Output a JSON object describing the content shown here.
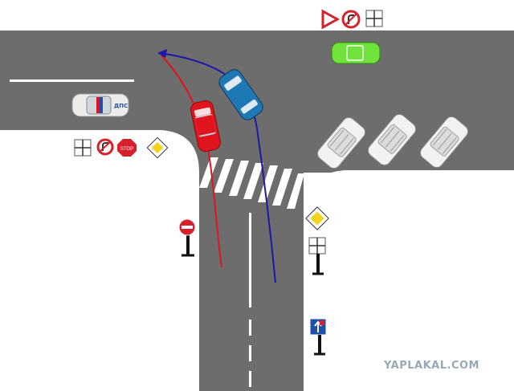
{
  "scene": {
    "police_car_label": "ДПС",
    "watermark": "YAPLAKAL.COM"
  },
  "colors": {
    "road": "#6d6d6d",
    "marking": "#ffffff",
    "red_car": "#e0141e",
    "blue_car": "#1e78b4",
    "green_car": "#6fe23c",
    "red_path": "#e0141e",
    "blue_path": "#1a1aa8",
    "sign_red": "#d8202a",
    "sign_yellow": "#f4d21c",
    "sign_blue": "#1f4fa8"
  },
  "signs": [
    {
      "name": "yield-sign",
      "meaning": "give way"
    },
    {
      "name": "no-right-turn-sign",
      "meaning": "right turn prohibited"
    },
    {
      "name": "stop-sign",
      "meaning": "stop",
      "text": "STOP"
    },
    {
      "name": "priority-road-sign",
      "meaning": "main road"
    },
    {
      "name": "no-entry-sign",
      "meaning": "no entry"
    },
    {
      "name": "one-way-road-sign",
      "meaning": "one-way road"
    },
    {
      "name": "intersection-shape-plate",
      "meaning": "direction of main road"
    }
  ]
}
